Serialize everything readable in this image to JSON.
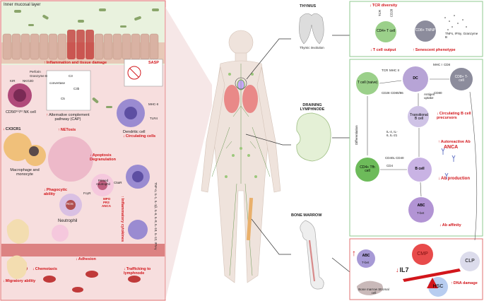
{
  "colors": {
    "accent_red": "#d2161b",
    "panel_pink": "#f7dede",
    "panel_border": "#e07070",
    "box_border": "#8fc98f",
    "tcell_green": "#9bd08a",
    "dc_purple": "#b7a4d6",
    "bcell_purple": "#c9b3e4"
  },
  "left_panel": {
    "inner_mucosal_layer": "Inner mucosal layer",
    "perforin": "Perforin",
    "granzyme_b": "Granzyme B",
    "kir": "KIR",
    "nkg2d": "NKG2D",
    "nk_cell": "CD56ᵇʳⁱᵍʰᵗ NK cell",
    "inflammation": "Inflammation and tissue damage",
    "convertase": "convertase",
    "c3": "C3",
    "c3b": "C3b",
    "c5": "C5",
    "alt_complement": "Alternative complement pathway (CAP)",
    "sasp": "SASP",
    "cx3cr1": "CX3CR1",
    "macrophage": "Macrophage and monocyte",
    "netosis": "NETosis",
    "apoptosis": "Apoptosis",
    "degranulation": "Degranulation",
    "phagocytic": "Phagocytic ability",
    "primed_neutrophil": "Primed neutrophil",
    "fcyr": "FcγR",
    "c5ar": "C5aR",
    "mpo": "MPO",
    "pr3": "PR3",
    "anca": "ANCA",
    "ros": "ROS",
    "neutrophil": "Neutrophil",
    "dendritic_cell": "Dendritic cell",
    "circulating_cells": "Circulating cells",
    "mhc_ii": "MHC-II",
    "tlr4": "TLR4",
    "inflammatory_cytokines": "Inflammatory cytokines",
    "cytokine_list": "TNF-α, IL-1, IL-1β, IL-6, IL-8, IL-10, IL-12, IFN-γ",
    "adhesion": "Adhesion",
    "chemotaxis": "Chemotaxis",
    "migratory": "Migratory ability",
    "trafficking": "Trafficking to lymphnode"
  },
  "organs": {
    "thymus": "THYMUS",
    "thymic_involution": "Thymic involution",
    "draining_lymphnode": "DRAINING LYMPHNODE",
    "bone_marrow": "BONE MARROW"
  },
  "thymus_box": {
    "tcr_diversity": "TCR diversity",
    "tcr": "TCR",
    "cd28": "CD28",
    "cd4_tcell": "CD4+ T cell",
    "cd8_tmnp": "CD8+ TMNP",
    "cytokines": "TNFs, IFNγ, Granzyme B",
    "t_cell_output": "T cell output",
    "senescent": "Senescent phenotype"
  },
  "lymph_box": {
    "t_cell_naive": "T cell (naive)",
    "dc": "DC",
    "cd8_tcell": "CD8+ T-cell",
    "mhc_i": "MHC I",
    "cd8": "CD8",
    "tcr": "TCR",
    "mhc_ii": "MHC II",
    "cd28": "CD28",
    "cd80_86": "CD80/86",
    "cd80": "CD80",
    "antigen_uptake": "Antigen uptake",
    "transitional_b": "Transitional B cell",
    "circulating_b": "Circulating B cell precursors",
    "differentiation": "Differentiation",
    "cytokine_list": "IL-4, IL-6, IL-21",
    "cd40l": "CD40L",
    "cd40": "CD40",
    "cd4": "CD4",
    "tfh": "CD4+ Tfh cell",
    "b_cell": "B cell",
    "autoreactive": "Autoreactive Ab",
    "anca": "ANCA",
    "ab_production": "Ab production",
    "abc": "ABC",
    "tbet": "T-bet",
    "ab_affinity": "Ab affinity"
  },
  "marrow_box": {
    "abc": "ABC",
    "tbet": "T-bet",
    "cmp": "CMP",
    "clp": "CLP",
    "il7": "IL7",
    "hsc": "HSC",
    "dna_damage": "DNA damage",
    "stromal": "Bone marrow Stromal cell"
  }
}
